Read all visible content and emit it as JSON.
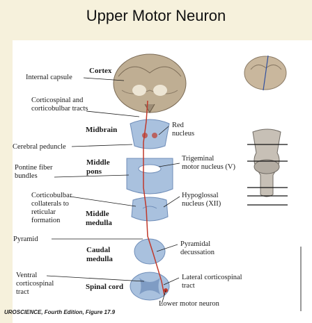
{
  "title": "Upper Motor Neuron",
  "labels": {
    "internal_capsule": "Internal capsule",
    "cortex": "Cortex",
    "corticospinal_line1": "Corticospinal and",
    "corticospinal_line2": "corticobulbar tracts",
    "midbrain": "Midbrain",
    "red_nucleus_1": "Red",
    "red_nucleus_2": "nucleus",
    "cerebral_peduncle": "Cerebral peduncle",
    "pontine_1": "Pontine fiber",
    "pontine_2": "bundles",
    "middle_pons_1": "Middle",
    "middle_pons_2": "pons",
    "trigeminal_1": "Trigeminal",
    "trigeminal_2": "motor nucleus (V)",
    "corticobulbar_coll_1": "Corticobulbar",
    "corticobulbar_coll_2": "collaterals to",
    "corticobulbar_coll_3": "reticular",
    "corticobulbar_coll_4": "formation",
    "middle_medulla_1": "Middle",
    "middle_medulla_2": "medulla",
    "hypoglossal_1": "Hypoglossal",
    "hypoglossal_2": "nucleus (XII)",
    "pyramid": "Pyramid",
    "caudal_medulla_1": "Caudal",
    "caudal_medulla_2": "medulla",
    "pyramidal_decussation_1": "Pyramidal",
    "pyramidal_decussation_2": "decussation",
    "ventral_cs_1": "Ventral",
    "ventral_cs_2": "corticospinal",
    "ventral_cs_3": "tract",
    "spinal_cord": "Spinal cord",
    "lateral_cs_1": "Lateral corticospinal",
    "lateral_cs_2": "tract",
    "lower_motor_neuron": "Lower motor neuron"
  },
  "footer": "UROSCIENCE, Fourth Edition, Figure 17.9",
  "colors": {
    "background": "#f6f1dc",
    "panel": "#ffffff",
    "tissue_blue": "#a9c1de",
    "tissue_dark": "#7f9cc4",
    "tract_red": "#c0392b",
    "brain_tan": "#b8a890"
  }
}
